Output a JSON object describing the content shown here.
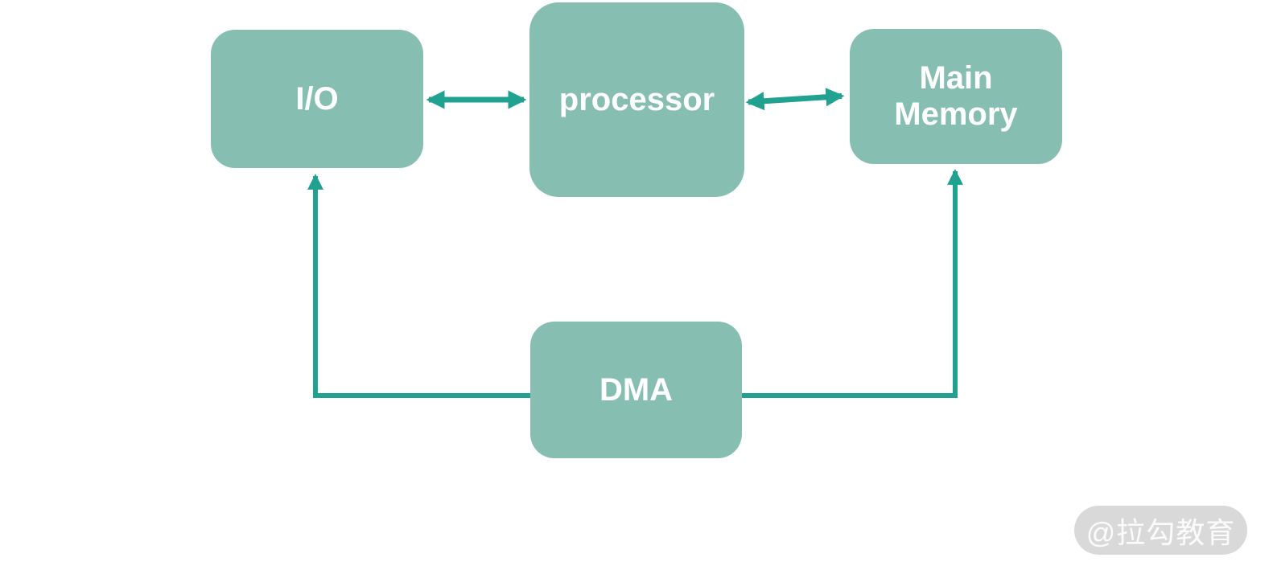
{
  "diagram": {
    "nodes": [
      {
        "id": "io",
        "label": "I/O"
      },
      {
        "id": "processor",
        "label": "processor"
      },
      {
        "id": "main-memory",
        "label": "Main Memory"
      },
      {
        "id": "dma",
        "label": "DMA"
      }
    ],
    "connectors": [
      {
        "from": "io",
        "to": "processor",
        "style": "double-arrow"
      },
      {
        "from": "processor",
        "to": "main-memory",
        "style": "double-arrow"
      },
      {
        "from": "dma",
        "to": "io",
        "style": "elbow-arrow"
      },
      {
        "from": "dma",
        "to": "main-memory",
        "style": "elbow-arrow"
      }
    ]
  },
  "watermark": {
    "text": "@拉勾教育"
  },
  "theme": {
    "canvas-bg": "#ffffff",
    "node-fill": "#86bfb1",
    "node-text": "#ffffff",
    "connector": "#21a290",
    "watermark-bg": "#d9d9d9",
    "watermark-text": "#fbfbfb"
  }
}
